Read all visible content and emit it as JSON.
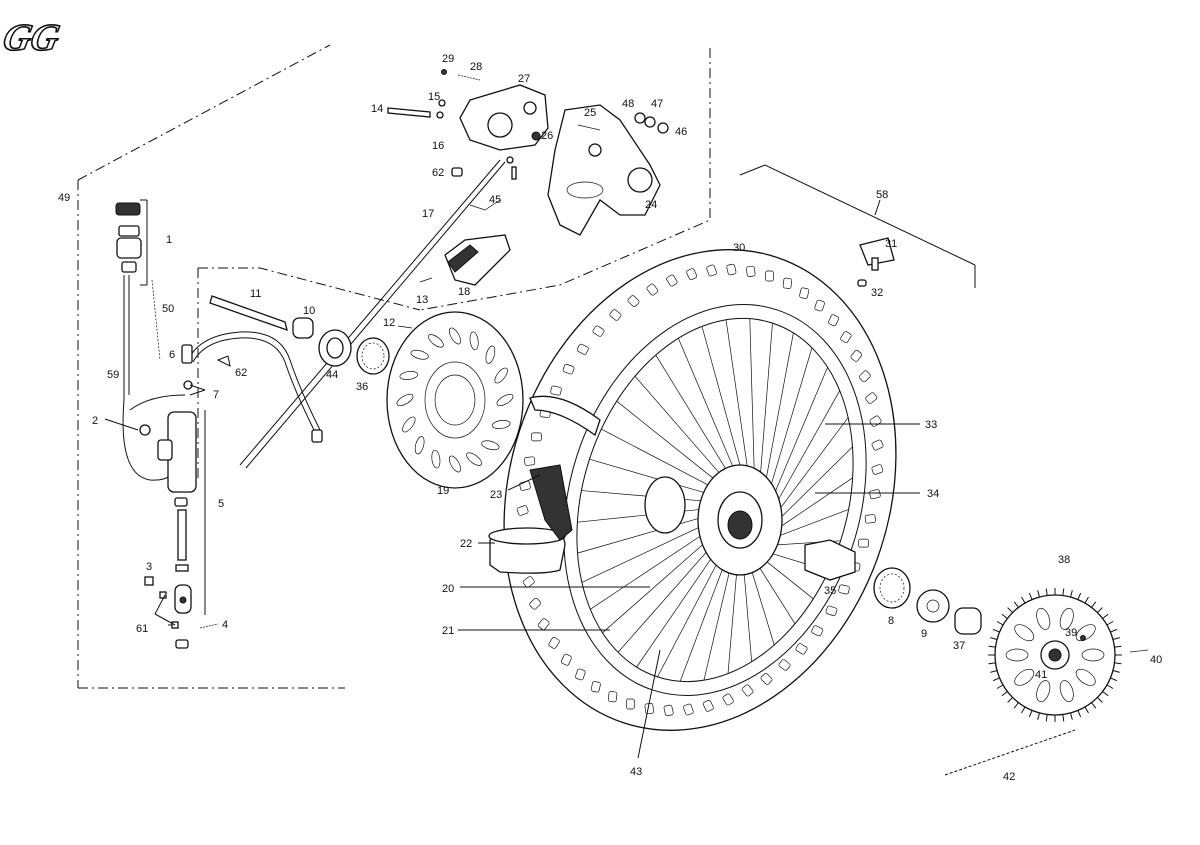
{
  "logo": {
    "text": "GG"
  },
  "labels": {
    "p1": "1",
    "p2": "2",
    "p3": "3",
    "p4": "4",
    "p5": "5",
    "p6": "6",
    "p7": "7",
    "p8": "8",
    "p9": "9",
    "p10": "10",
    "p11": "11",
    "p12": "12",
    "p13": "13",
    "p14": "14",
    "p15": "15",
    "p16": "16",
    "p17": "17",
    "p18": "18",
    "p19": "19",
    "p20": "20",
    "p21": "21",
    "p22": "22",
    "p23": "23",
    "p24": "24",
    "p25": "25",
    "p26": "26",
    "p27": "27",
    "p28": "28",
    "p29": "29",
    "p30": "30",
    "p31": "31",
    "p32": "32",
    "p33": "33",
    "p34": "34",
    "p35": "35",
    "p36": "36",
    "p37": "37",
    "p38": "38",
    "p39": "39",
    "p40": "40",
    "p41": "41",
    "p42": "42",
    "p43": "43",
    "p44": "44",
    "p45": "45",
    "p46": "46",
    "p47": "47",
    "p48": "48",
    "p49": "49",
    "p50": "50",
    "p58": "58",
    "p59": "59",
    "p61": "61",
    "p62a": "62",
    "p62b": "62"
  },
  "colors": {
    "line": "#111111",
    "background": "#ffffff"
  }
}
